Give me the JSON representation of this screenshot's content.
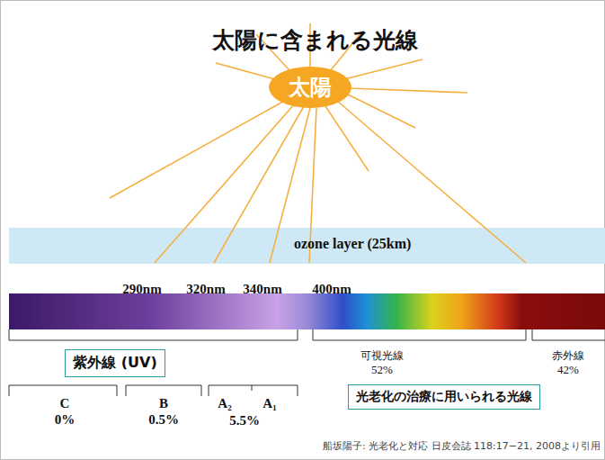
{
  "diagram": {
    "title": "太陽に含まれる光線",
    "caption": "船坂陽子: 光老化と対応 日皮会誌 118:17−21, 2008より引用",
    "nodes": [
      {
        "text": [
          "太陽"
        ]
      },
      {
        "text": [
          "ozone layer (25km)"
        ]
      },
      {
        "text": [
          "紫外線 (UV)"
        ]
      },
      {
        "text": [
          "光老化の治療に用いられる光線"
        ]
      }
    ],
    "labels": [
      "290nm",
      "320nm",
      "340nm",
      "400nm",
      "可視光線",
      "52%",
      "赤外線",
      "42%",
      "C",
      "0%",
      "B",
      "0.5%",
      "A₂",
      "A₁",
      "5.5%"
    ]
  }
}
